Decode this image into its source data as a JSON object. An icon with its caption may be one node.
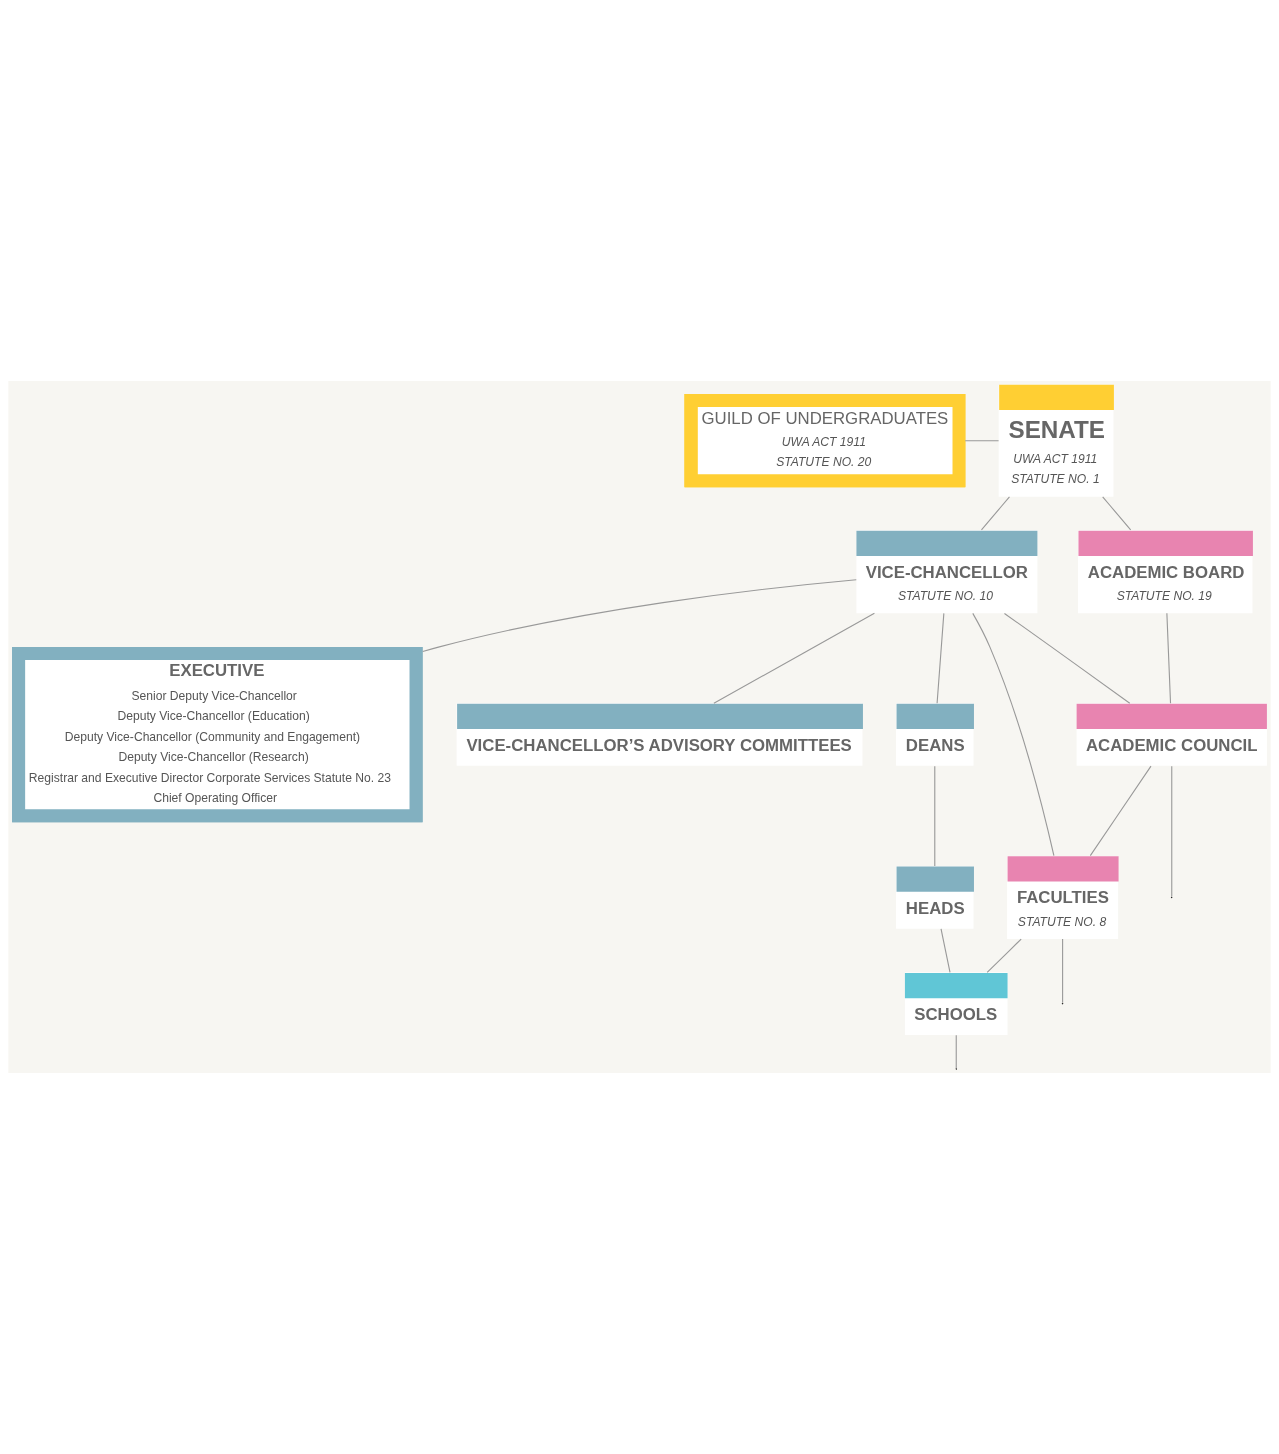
{
  "diagram": {
    "nodes": [
      {
        "text": [
          "GUILD OF UNDERGRADUATES",
          "UWA ACT 1911",
          "STATUTE NO. 20"
        ]
      },
      {
        "text": [
          "SENATE",
          "UWA ACT 1911",
          "STATUTE NO. 1"
        ]
      },
      {
        "text": [
          "VICE-CHANCELLOR",
          "STATUTE NO. 10"
        ]
      },
      {
        "text": [
          "ACADEMIC BOARD",
          "STATUTE NO. 19"
        ]
      },
      {
        "text": [
          "EXECUTIVE",
          "Senior Deputy Vice-Chancellor",
          "Deputy Vice-Chancellor (Education)",
          "Deputy Vice-Chancellor (Community and Engagement)",
          "Deputy Vice-Chancellor (Research)",
          "Registrar and Executive Director Corporate Services Statute No. 23",
          "Chief Operating Officer"
        ]
      },
      {
        "text": [
          "VICE-CHANCELLOR’S ADVISORY COMMITTEES"
        ]
      },
      {
        "text": [
          "ACADEMIC COUNCIL"
        ]
      },
      {
        "text": [
          "FACULTIES",
          "STATUTE NO. 8"
        ]
      },
      {
        "text": [
          "DEANS"
        ]
      },
      {
        "text": [
          "HEADS"
        ]
      },
      {
        "text": [
          "SCHOOLS"
        ]
      }
    ],
    "edges": [
      {
        "from": 0,
        "to": 1,
        "arrow": "none"
      },
      {
        "from": 1,
        "to": 2,
        "arrow": "none"
      },
      {
        "from": 1,
        "to": 3,
        "arrow": "none"
      },
      {
        "from": 2,
        "to": 4,
        "arrow": "none"
      },
      {
        "from": 2,
        "to": 5,
        "arrow": "none"
      },
      {
        "from": 3,
        "to": 6,
        "arrow": "none"
      },
      {
        "from": 2,
        "to": 6,
        "arrow": "none"
      },
      {
        "from": 6,
        "to": 7,
        "arrow": "none"
      },
      {
        "from": 2,
        "to": 7,
        "arrow": "none"
      },
      {
        "from": 2,
        "to": 8,
        "arrow": "none"
      },
      {
        "from": 8,
        "to": 9,
        "arrow": "none"
      },
      {
        "from": 7,
        "to": 10,
        "arrow": "none"
      },
      {
        "from": 9,
        "to": 10,
        "arrow": "none"
      },
      {
        "from": 6,
        "to": null,
        "arrow": "none"
      },
      {
        "from": 7,
        "to": null,
        "arrow": "none"
      },
      {
        "from": 10,
        "to": null,
        "arrow": "none"
      }
    ]
  }
}
